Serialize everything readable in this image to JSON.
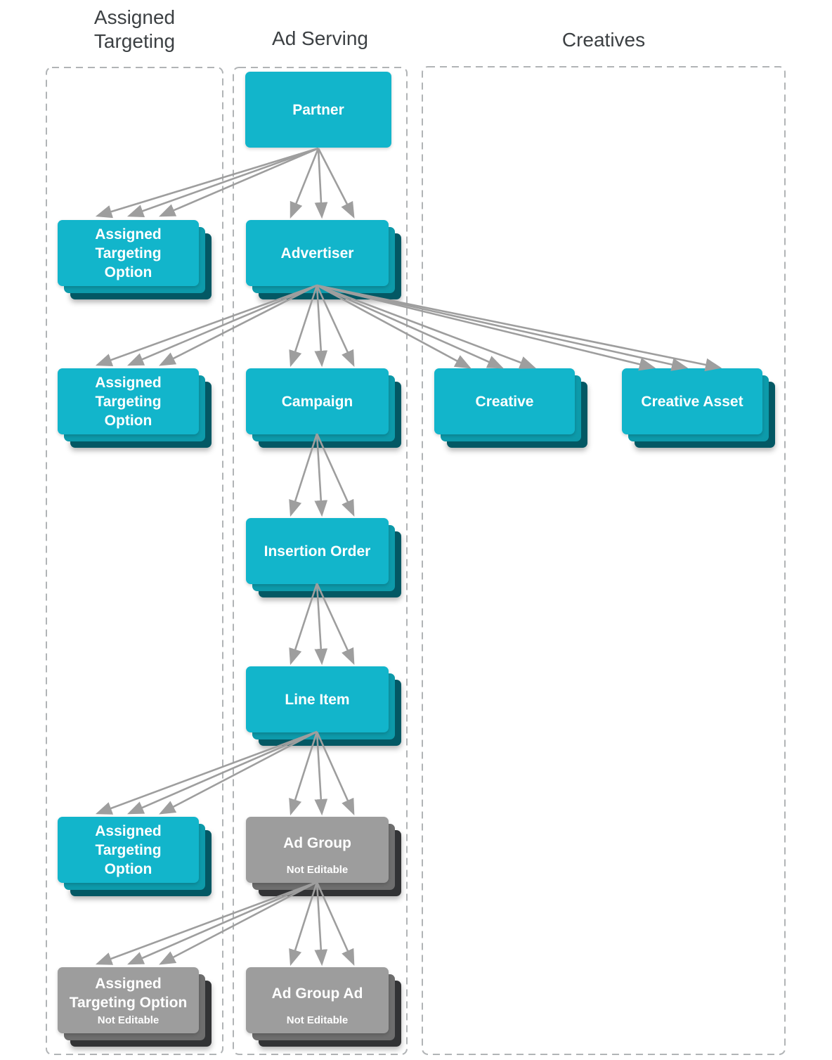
{
  "columns": [
    {
      "id": "assigned-targeting",
      "title": "Assigned Targeting"
    },
    {
      "id": "ad-serving",
      "title": "Ad Serving"
    },
    {
      "id": "creatives",
      "title": "Creatives"
    }
  ],
  "nodes": [
    {
      "id": "partner",
      "label": "Partner",
      "column": "ad-serving",
      "variant": "teal",
      "stacked": false
    },
    {
      "id": "assigned-targeting-option-1",
      "label": "Assigned\nTargeting\nOption",
      "column": "assigned-targeting",
      "variant": "teal",
      "stacked": true
    },
    {
      "id": "advertiser",
      "label": "Advertiser",
      "column": "ad-serving",
      "variant": "teal",
      "stacked": true
    },
    {
      "id": "assigned-targeting-option-2",
      "label": "Assigned\nTargeting\nOption",
      "column": "assigned-targeting",
      "variant": "teal",
      "stacked": true
    },
    {
      "id": "campaign",
      "label": "Campaign",
      "column": "ad-serving",
      "variant": "teal",
      "stacked": true
    },
    {
      "id": "creative",
      "label": "Creative",
      "column": "creatives",
      "variant": "teal",
      "stacked": true
    },
    {
      "id": "creative-asset",
      "label": "Creative Asset",
      "column": "creatives",
      "variant": "teal",
      "stacked": true
    },
    {
      "id": "insertion-order",
      "label": "Insertion Order",
      "column": "ad-serving",
      "variant": "teal",
      "stacked": true
    },
    {
      "id": "line-item",
      "label": "Line Item",
      "column": "ad-serving",
      "variant": "teal",
      "stacked": true
    },
    {
      "id": "assigned-targeting-option-3",
      "label": "Assigned\nTargeting\nOption",
      "column": "assigned-targeting",
      "variant": "teal",
      "stacked": true
    },
    {
      "id": "ad-group",
      "label": "Ad Group",
      "sublabel": "Not Editable",
      "column": "ad-serving",
      "variant": "gray",
      "stacked": true
    },
    {
      "id": "assigned-targeting-option-not-editable",
      "label": "Assigned\nTargeting Option",
      "sublabel": "Not Editable",
      "column": "assigned-targeting",
      "variant": "gray",
      "stacked": true
    },
    {
      "id": "ad-group-ad",
      "label": "Ad Group Ad",
      "sublabel": "Not Editable",
      "column": "ad-serving",
      "variant": "gray",
      "stacked": true
    }
  ],
  "edges": [
    {
      "from": "partner",
      "to": "assigned-targeting-option-1"
    },
    {
      "from": "partner",
      "to": "advertiser"
    },
    {
      "from": "advertiser",
      "to": "assigned-targeting-option-2"
    },
    {
      "from": "advertiser",
      "to": "campaign"
    },
    {
      "from": "advertiser",
      "to": "creative"
    },
    {
      "from": "advertiser",
      "to": "creative-asset"
    },
    {
      "from": "campaign",
      "to": "insertion-order"
    },
    {
      "from": "insertion-order",
      "to": "line-item"
    },
    {
      "from": "line-item",
      "to": "assigned-targeting-option-3"
    },
    {
      "from": "line-item",
      "to": "ad-group"
    },
    {
      "from": "ad-group",
      "to": "assigned-targeting-option-not-editable"
    },
    {
      "from": "ad-group",
      "to": "ad-group-ad"
    }
  ],
  "colors": {
    "teal": "#12b5cb",
    "teal_mid": "#0d9aaa",
    "teal_dark": "#035864",
    "gray": "#9d9d9d",
    "gray_mid": "#6e6e6e",
    "gray_dark": "#323335",
    "arrow": "#9e9e9e",
    "dashed_border": "#b1b4b6",
    "header_text": "#3c4043",
    "label_text": "#ffffff"
  }
}
